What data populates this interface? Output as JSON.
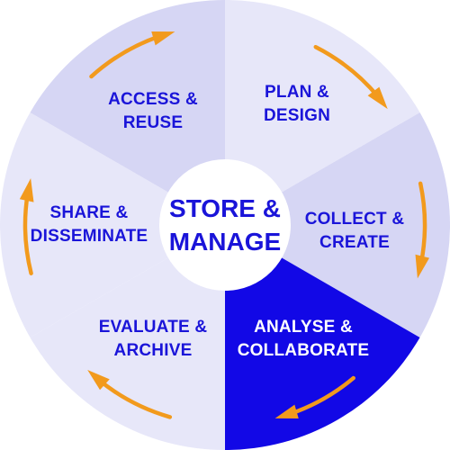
{
  "colors": {
    "segment_light": "#e7e7f9",
    "segment_mid": "#d6d6f4",
    "segment_highlight": "#1208e6",
    "label_text": "#1a14d9",
    "label_on_highlight": "#ffffff",
    "arrow": "#f29a1d",
    "center_fill": "#ffffff",
    "center_text": "#1a14d9"
  },
  "center": {
    "line1": "STORE &",
    "line2": "MANAGE"
  },
  "segments": [
    {
      "line1": "PLAN &",
      "line2": "DESIGN",
      "fill": "light"
    },
    {
      "line1": "COLLECT &",
      "line2": "CREATE",
      "fill": "mid"
    },
    {
      "line1": "ANALYSE &",
      "line2": "COLLABORATE",
      "fill": "highlight"
    },
    {
      "line1": "EVALUATE &",
      "line2": "ARCHIVE",
      "fill": "light"
    },
    {
      "line1": "SHARE &",
      "line2": "DISSEMINATE",
      "fill": "light"
    },
    {
      "line1": "ACCESS &",
      "line2": "REUSE",
      "fill": "mid"
    }
  ],
  "arrows": [
    {
      "name": "arrow-plan-design"
    },
    {
      "name": "arrow-collect-create"
    },
    {
      "name": "arrow-analyse-collaborate"
    },
    {
      "name": "arrow-evaluate-archive"
    },
    {
      "name": "arrow-share-disseminate"
    },
    {
      "name": "arrow-access-reuse"
    }
  ]
}
